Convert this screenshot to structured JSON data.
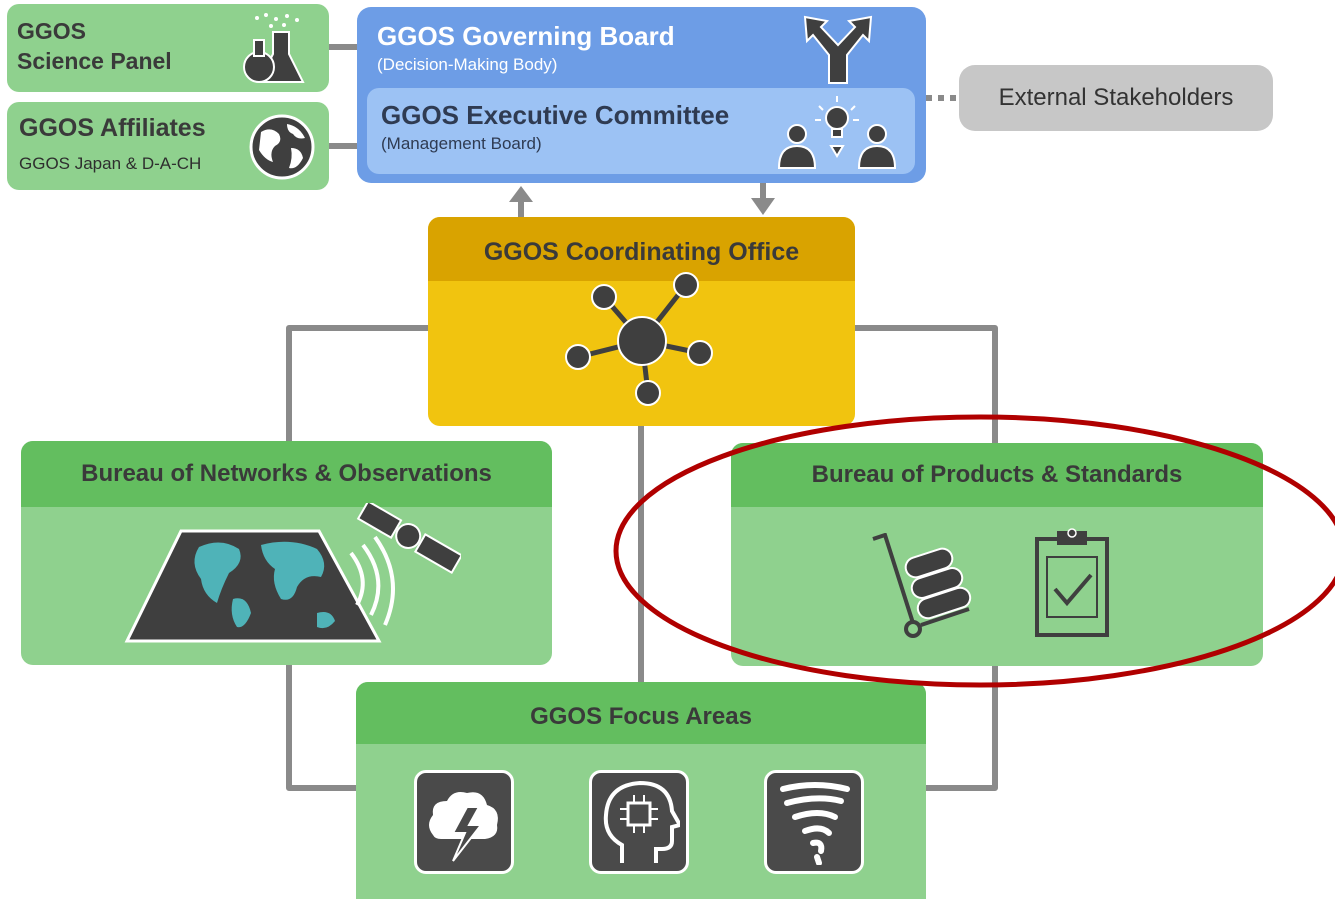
{
  "science_panel": {
    "line1": "GGOS",
    "line2": "Science Panel"
  },
  "affiliates": {
    "title": "GGOS Affiliates",
    "subtitle": "GGOS Japan & D-A-CH"
  },
  "governing_board": {
    "title": "GGOS Governing Board",
    "subtitle": "(Decision-Making Body)"
  },
  "executive_committee": {
    "title": "GGOS Executive Committee",
    "subtitle": "(Management Board)"
  },
  "external_stakeholders": {
    "label": "External Stakeholders"
  },
  "coordinating_office": {
    "title": "GGOS Coordinating Office"
  },
  "bureau_networks": {
    "title": "Bureau of Networks & Observations"
  },
  "bureau_products": {
    "title": "Bureau of Products & Standards"
  },
  "focus_areas": {
    "title": "GGOS Focus Areas"
  },
  "icons": {
    "science": "flasks-icon",
    "affiliates": "globe-icon",
    "board": "fork-arrow-icon",
    "exec": "people-idea-icon",
    "coord": "network-hub-icon",
    "networks": "satellite-map-icon",
    "products": "hand-truck-icon",
    "standards": "clipboard-check-icon",
    "focus": [
      "storm-cloud-icon",
      "ai-head-icon",
      "tornado-icon"
    ]
  },
  "colors": {
    "green_light": "#8fd18e",
    "green_header": "#63be5f",
    "blue_board": "#6d9de6",
    "blue_exec": "#9cc2f4",
    "gold": "#f1c40f",
    "gold_header": "#d9a300",
    "gray_stakeholder": "#c7c7c7",
    "highlight_red": "#b00000"
  }
}
